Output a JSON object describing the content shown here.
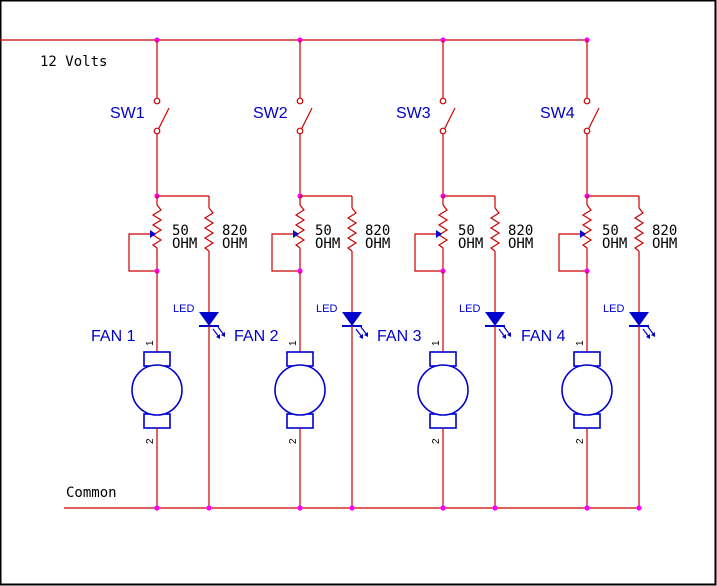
{
  "supply_label": "12 Volts",
  "common_label": "Common",
  "colors": {
    "wire": "#cc0000",
    "node": "#ff00ff",
    "component": "#0000cc",
    "text": "#000000",
    "border": "#000000",
    "background": "#ffffff"
  },
  "branches": [
    {
      "switch_label": "SW1",
      "fan_label": "FAN 1",
      "pot_value": "50",
      "pot_unit": "OHM",
      "resistor_value": "820",
      "resistor_unit": "OHM",
      "led_label": "LED",
      "pin_top": "1",
      "pin_bottom": "2"
    },
    {
      "switch_label": "SW2",
      "fan_label": "FAN 2",
      "pot_value": "50",
      "pot_unit": "OHM",
      "resistor_value": "820",
      "resistor_unit": "OHM",
      "led_label": "LED",
      "pin_top": "1",
      "pin_bottom": "2"
    },
    {
      "switch_label": "SW3",
      "fan_label": "FAN 3",
      "pot_value": "50",
      "pot_unit": "OHM",
      "resistor_value": "820",
      "resistor_unit": "OHM",
      "led_label": "LED",
      "pin_top": "1",
      "pin_bottom": "2"
    },
    {
      "switch_label": "SW4",
      "fan_label": "FAN 4",
      "pot_value": "50",
      "pot_unit": "OHM",
      "resistor_value": "820",
      "resistor_unit": "OHM",
      "led_label": "LED",
      "pin_top": "1",
      "pin_bottom": "2"
    }
  ]
}
